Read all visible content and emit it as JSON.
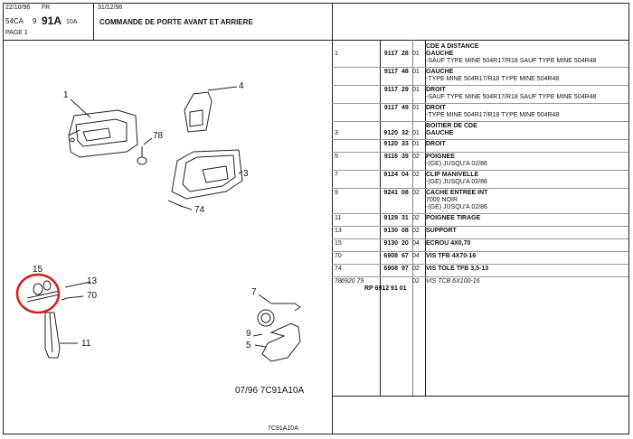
{
  "header": {
    "date1": "22/10/96",
    "lang": "FR",
    "date2": "31/12/96",
    "code_prefix": "54CA",
    "code_num": "9",
    "code_main": "91A",
    "code_suffix": "10A",
    "page": "PAGE 1",
    "title": "COMMANDE DE PORTE AVANT ET ARRIERE"
  },
  "diagram": {
    "callouts": [
      "1",
      "4",
      "78",
      "3",
      "74",
      "15",
      "13",
      "70",
      "11",
      "7",
      "9",
      "5"
    ],
    "caption": "07/96  7C91A10A",
    "footer_code": "7C91A10A"
  },
  "parts": [
    {
      "ref": "1",
      "p1": "9117",
      "p2": "28",
      "p3": "01",
      "lines": [
        {
          "t": "CDE A DISTANCE",
          "b": true
        },
        {
          "t": "GAUCHE",
          "b": true
        },
        {
          "t": "-SAUF TYPE MINE 504R17/R18 SAUF  TYPE MINE 504R48",
          "b": false
        }
      ]
    },
    {
      "ref": "",
      "p1": "9117",
      "p2": "48",
      "p3": "01",
      "lines": [
        {
          "t": "GAUCHE",
          "b": true
        },
        {
          "t": "-TYPE MINE 504R17/R18 TYPE MINE 504R48",
          "b": false
        }
      ]
    },
    {
      "ref": "",
      "p1": "9117",
      "p2": "29",
      "p3": "01",
      "lines": [
        {
          "t": "DROIT",
          "b": true
        },
        {
          "t": "-SAUF TYPE MINE 504R17/R18 SAUF  TYPE MINE 504R48",
          "b": false
        }
      ]
    },
    {
      "ref": "",
      "p1": "9117",
      "p2": "49",
      "p3": "01",
      "lines": [
        {
          "t": "DROIT",
          "b": true
        },
        {
          "t": "-TYPE MINE 504R17/R18 TYPE MINE 504R48",
          "b": false
        }
      ]
    },
    {
      "ref": "3",
      "p1": "9120",
      "p2": "32",
      "p3": "01",
      "lines": [
        {
          "t": "BOITIER DE CDE",
          "b": true
        },
        {
          "t": "GAUCHE",
          "b": true
        }
      ]
    },
    {
      "ref": "",
      "p1": "9120",
      "p2": "33",
      "p3": "01",
      "lines": [
        {
          "t": "DROIT",
          "b": true
        }
      ]
    },
    {
      "ref": "5",
      "p1": "9116",
      "p2": "39",
      "p3": "02",
      "lines": [
        {
          "t": "POIGNEE",
          "b": true
        },
        {
          "t": "-(GE) JUSQU'A  02/86",
          "b": false
        }
      ]
    },
    {
      "ref": "7",
      "p1": "9124",
      "p2": "04",
      "p3": "02",
      "lines": [
        {
          "t": "CLIP MANIVELLE",
          "b": true
        },
        {
          "t": "-(GE) JUSQU'A  02/86",
          "b": false
        }
      ]
    },
    {
      "ref": "9",
      "p1": "9241",
      "p2": "08",
      "p3": "02",
      "lines": [
        {
          "t": "CACHE ENTREE INT",
          "b": true
        },
        {
          "t": "7000 NOIR",
          "b": false
        },
        {
          "t": "-(GE) JUSQU'A  02/86",
          "b": false
        }
      ]
    },
    {
      "ref": "11",
      "p1": "9129",
      "p2": "31",
      "p3": "02",
      "lines": [
        {
          "t": "POIGNEE TIRAGE",
          "b": true
        }
      ]
    },
    {
      "ref": "13",
      "p1": "9130",
      "p2": "08",
      "p3": "02",
      "lines": [
        {
          "t": "SUPPORT",
          "b": true
        }
      ]
    },
    {
      "ref": "15",
      "p1": "9130",
      "p2": "20",
      "p3": "04",
      "lines": [
        {
          "t": "ECROU 4X0,70",
          "b": true
        }
      ]
    },
    {
      "ref": "70",
      "p1": "6908",
      "p2": "67",
      "p3": "04",
      "lines": [
        {
          "t": "VIS TFB 4X70-16",
          "b": true
        }
      ]
    },
    {
      "ref": "74",
      "p1": "6908",
      "p2": "97",
      "p3": "02",
      "lines": [
        {
          "t": "VIS TOLE TFB 3,5-13",
          "b": true
        }
      ]
    },
    {
      "ref": "78",
      "p1": "",
      "p2": "",
      "p3": "02",
      "special1": "6920  79",
      "special2": "RP  6912  91  01",
      "lines": [
        {
          "t": "VIS TCB 6X100-16",
          "b": false
        }
      ]
    }
  ],
  "colors": {
    "highlight": "#d42020",
    "line": "#222222"
  }
}
